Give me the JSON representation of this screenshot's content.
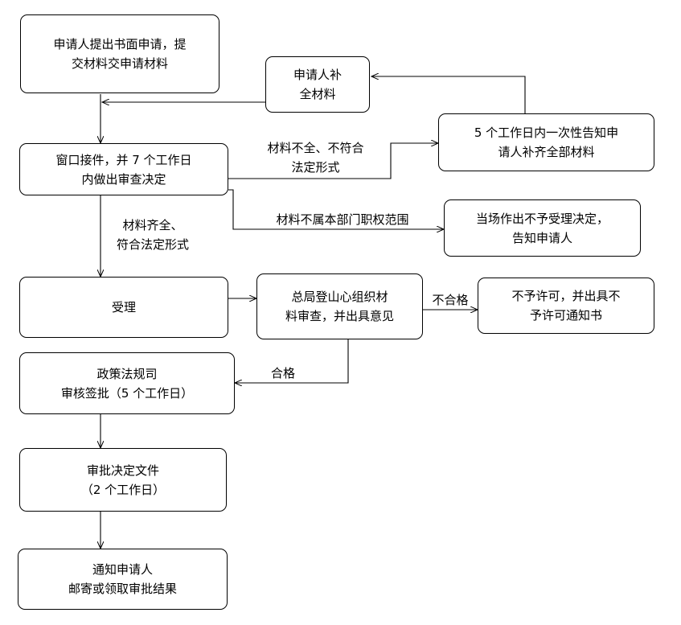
{
  "nodes": {
    "apply": "申请人提出书面申请，提\n交材料交申请材料",
    "supplement": "申请人补\n全材料",
    "notify5": "5 个工作日内一次性告知申\n请人补齐全部材料",
    "window": "窗口接件，并 7 个工作日\n内做出审查决定",
    "reject_spot": "当场作出不予受理决定，\n告知申请人",
    "accept": "受理",
    "bureau_review": "总局登山心组织材\n料审查，并出具意见",
    "deny": "不予许可，并出具不\n予许可通知书",
    "policy": "政策法规司\n审核签批（5 个工作日）",
    "decision_doc": "审批决定文件\n（2 个工作日）",
    "notify_applicant": "通知申请人\n邮寄或领取审批结果"
  },
  "labels": {
    "incomplete": "材料不全、不符合\n法定形式",
    "out_of_scope": "材料不属本部门职权范围",
    "complete": "材料齐全、\n符合法定形式",
    "fail": "不合格",
    "pass": "合格"
  }
}
